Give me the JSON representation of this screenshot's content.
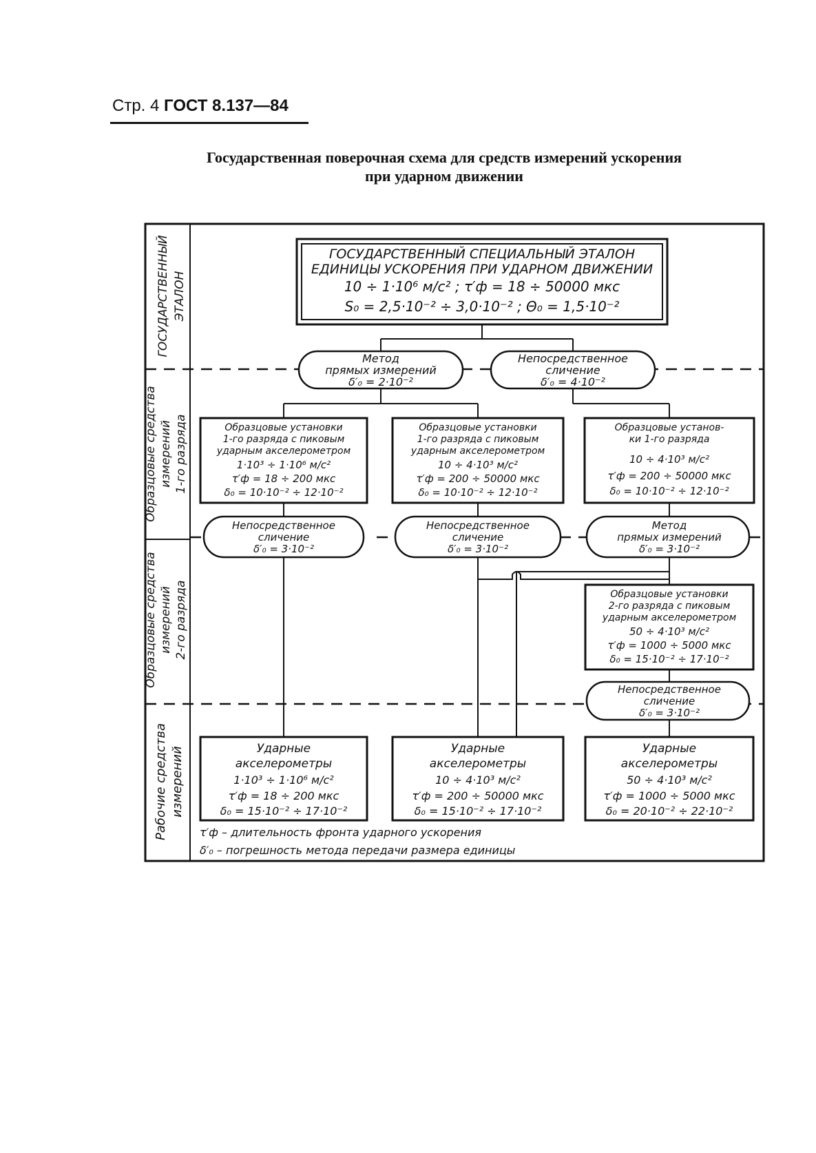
{
  "header": {
    "page": "Стр. 4",
    "standard": "ГОСТ 8.137—84"
  },
  "title": {
    "line1": "Государственная поверочная схема для средств измерений ускорения",
    "line2": "при ударном движении"
  },
  "rows": {
    "state": [
      "ГОСУДАРСТВЕННЫЙ",
      "ЭТАЛОН"
    ],
    "first": [
      "Образцовые средства",
      "измерений",
      "1-го разряда"
    ],
    "second": [
      "Образцовые средства",
      "измерений",
      "2-го разряда"
    ],
    "working": [
      "Рабочие средства",
      "измерений"
    ]
  },
  "standard_box": {
    "line1": "ГОСУДАРСТВЕННЫЙ СПЕЦИАЛЬНЫЙ ЭТАЛОН",
    "line2": "ЕДИНИЦЫ УСКОРЕНИЯ ПРИ УДАРНОМ ДВИЖЕНИИ",
    "line3": "10 ÷ 1·10⁶ м/с² ;    τ′ф = 18 ÷ 50000 мкс",
    "line4": "S₀ = 2,5·10⁻² ÷ 3,0·10⁻² ;   Θ₀ = 1,5·10⁻²"
  },
  "ovals": {
    "top_left": [
      "Метод",
      "прямых измерений",
      "δ′₀ = 2·10⁻²"
    ],
    "top_right": [
      "Непосредственное",
      "сличение",
      "δ′₀ = 4·10⁻²"
    ],
    "mid_left": [
      "Непосредственное",
      "сличение",
      "δ′₀ = 3·10⁻²"
    ],
    "mid_center": [
      "Непосредственное",
      "сличение",
      "δ′₀ = 3·10⁻²"
    ],
    "mid_right": [
      "Метод",
      "прямых измерений",
      "δ′₀ = 3·10⁻²"
    ],
    "lower_right": [
      "Непосредственное",
      "сличение",
      "δ′₀ = 3·10⁻²"
    ]
  },
  "first_rank": {
    "left": [
      "Образцовые установки",
      "1-го разряда с пиковым",
      "ударным акселерометром",
      "1·10³ ÷ 1·10⁶ м/с²",
      "τ′ф = 18 ÷ 200 мкс",
      "δ₀ = 10·10⁻² ÷ 12·10⁻²"
    ],
    "center": [
      "Образцовые установки",
      "1-го разряда с пиковым",
      "ударным акселерометром",
      "10 ÷ 4·10³ м/с²",
      "τ′ф = 200 ÷ 50000 мкс",
      "δ₀ = 10·10⁻² ÷ 12·10⁻²"
    ],
    "right": [
      "Образцовые установ-",
      "ки 1-го разряда",
      "10 ÷ 4·10³ м/с²",
      "τ′ф = 200 ÷ 50000 мкс",
      "δ₀ = 10·10⁻² ÷ 12·10⁻²"
    ]
  },
  "second_rank": [
    "Образцовые установки",
    "2-го разряда с пиковым",
    "ударным акселерометром",
    "50 ÷ 4·10³ м/с²",
    "τ′ф = 1000 ÷ 5000 мкс",
    "δ₀ = 15·10⁻² ÷ 17·10⁻²"
  ],
  "working": {
    "left": [
      "Ударные",
      "акселерометры",
      "1·10³ ÷ 1·10⁶ м/с²",
      "τ′ф = 18 ÷ 200 мкс",
      "δ₀ = 15·10⁻² ÷ 17·10⁻²"
    ],
    "center": [
      "Ударные",
      "акселерометры",
      "10 ÷ 4·10³ м/с²",
      "τ′ф = 200 ÷ 50000 мкс",
      "δ₀ = 15·10⁻² ÷ 17·10⁻²"
    ],
    "right": [
      "Ударные",
      "акселерометры",
      "50 ÷ 4·10³ м/с²",
      "τ′ф = 1000 ÷ 5000 мкс",
      "δ₀ = 20·10⁻² ÷ 22·10⁻²"
    ]
  },
  "footnotes": [
    "τ′ф – длительность фронта ударного ускорения",
    "δ′₀ – погрешность метода передачи размера единицы"
  ]
}
